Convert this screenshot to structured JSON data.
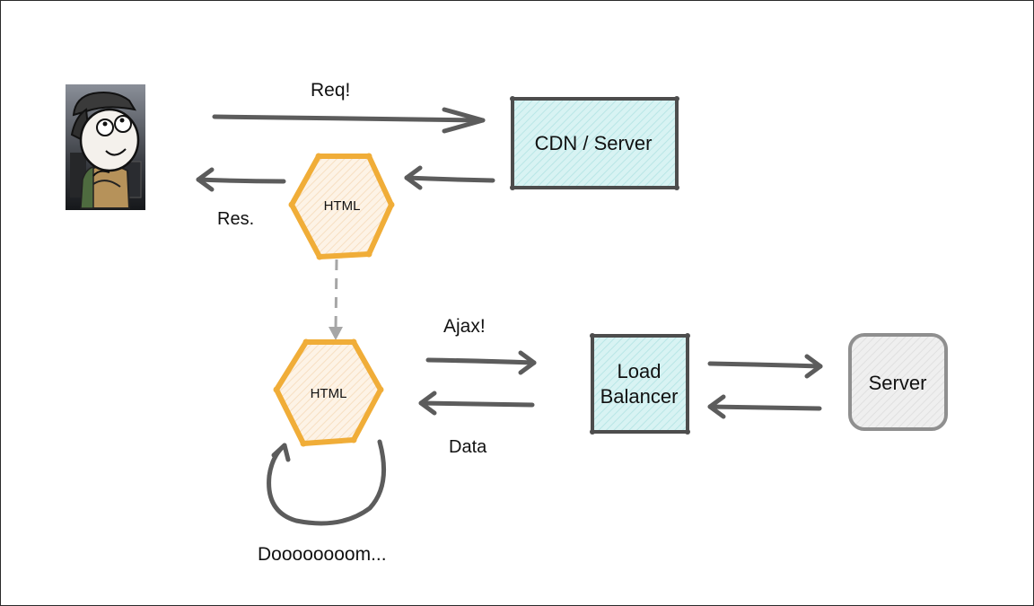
{
  "labels": {
    "req": "Req!",
    "res": "Res.",
    "ajax": "Ajax!",
    "data": "Data",
    "doom": "Doooooooom..."
  },
  "nodes": {
    "cdn_server": "CDN / Server",
    "html_top": "HTML",
    "html_bottom": "HTML",
    "load_balancer_line1": "Load",
    "load_balancer_line2": "Balancer",
    "server": "Server"
  },
  "colors": {
    "arrow": "#5c5c5c",
    "hexagon_stroke": "#f0ad38",
    "hexagon_fill": "#fdf1e3",
    "box_stroke": "#4d4d4d",
    "box_fill": "#d8f3f3",
    "server_stroke": "#8f8f8f",
    "server_fill": "#ececec",
    "dashed": "#a6a6a6"
  },
  "icons": {
    "user": "user-avatar-icon"
  }
}
